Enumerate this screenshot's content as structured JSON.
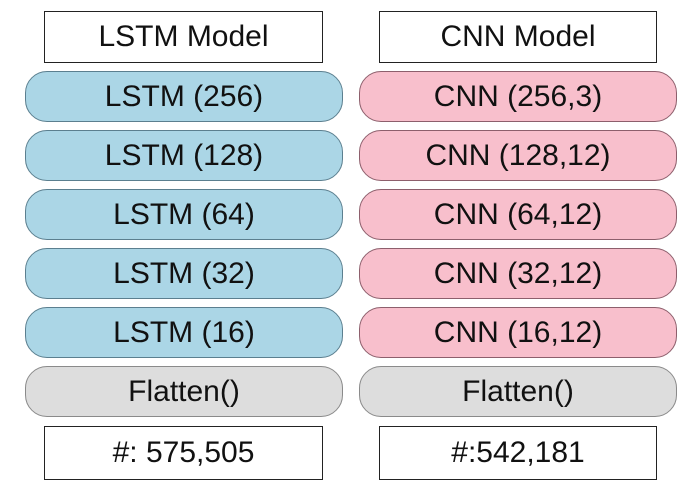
{
  "lstm": {
    "title": "LSTM Model",
    "layers": [
      "LSTM (256)",
      "LSTM (128)",
      "LSTM (64)",
      "LSTM (32)",
      "LSTM (16)"
    ],
    "flatten": "Flatten()",
    "params": "#: 575,505",
    "color": "#abd6e6"
  },
  "cnn": {
    "title": "CNN Model",
    "layers": [
      "CNN (256,3)",
      "CNN (128,12)",
      "CNN (64,12)",
      "CNN (32,12)",
      "CNN (16,12)"
    ],
    "flatten": "Flatten()",
    "params": "#:542,181",
    "color": "#f8bfcc"
  },
  "flatten_color": "#dddddd"
}
